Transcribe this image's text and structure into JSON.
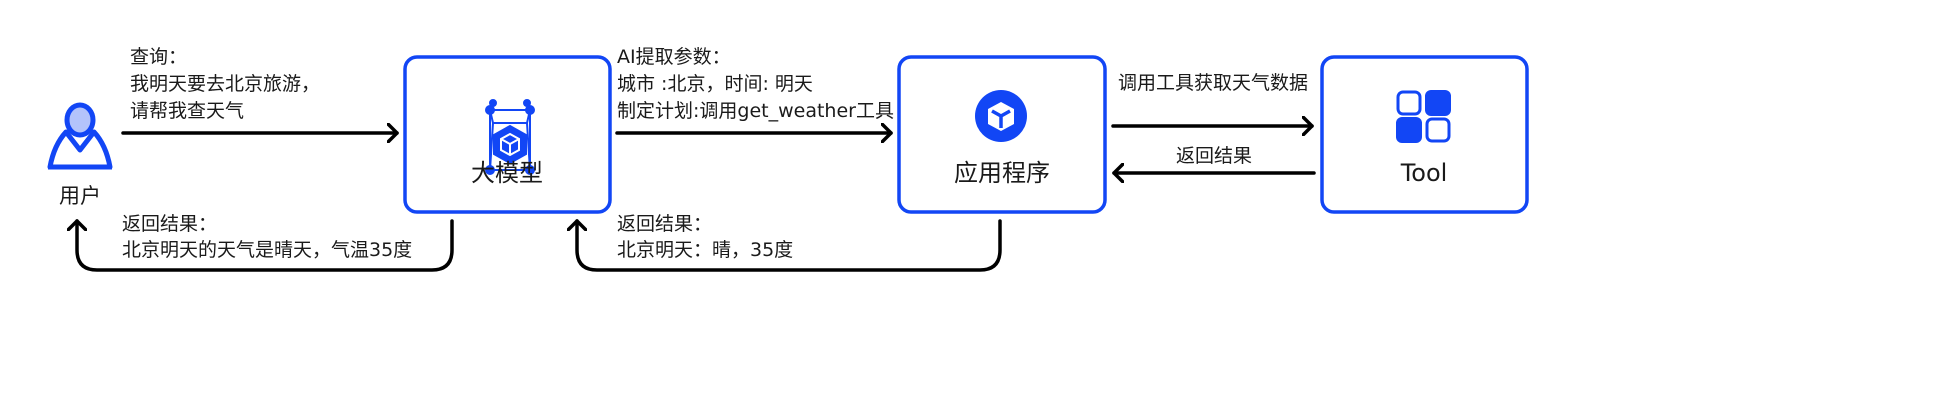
{
  "colors": {
    "accent": "#1246f5",
    "accent_light": "#b3c3fb",
    "arrow": "#000000"
  },
  "nodes": {
    "user": {
      "label": "用户",
      "icon": "user-icon"
    },
    "llm": {
      "label": "大模型",
      "icon": "llm-cube-icon"
    },
    "app": {
      "label": "应用程序",
      "icon": "app-box-icon"
    },
    "tool": {
      "label": "Tool",
      "icon": "tool-grid-icon"
    }
  },
  "edges": {
    "user_to_llm": {
      "lines": [
        "查询：",
        "我明天要去北京旅游，",
        "请帮我查天气"
      ]
    },
    "llm_to_app": {
      "lines": [
        "AI提取参数：",
        "城市 :北京，时间: 明天",
        "制定计划:调用get_weather工具"
      ]
    },
    "app_to_tool": {
      "lines": [
        "调用工具获取天气数据"
      ]
    },
    "tool_to_app": {
      "lines": [
        "返回结果"
      ]
    },
    "llm_to_user": {
      "lines": [
        "返回结果：",
        "北京明天的天气是晴天，气温35度"
      ]
    },
    "app_to_llm": {
      "lines": [
        "返回结果：",
        "北京明天：晴，35度"
      ]
    }
  }
}
